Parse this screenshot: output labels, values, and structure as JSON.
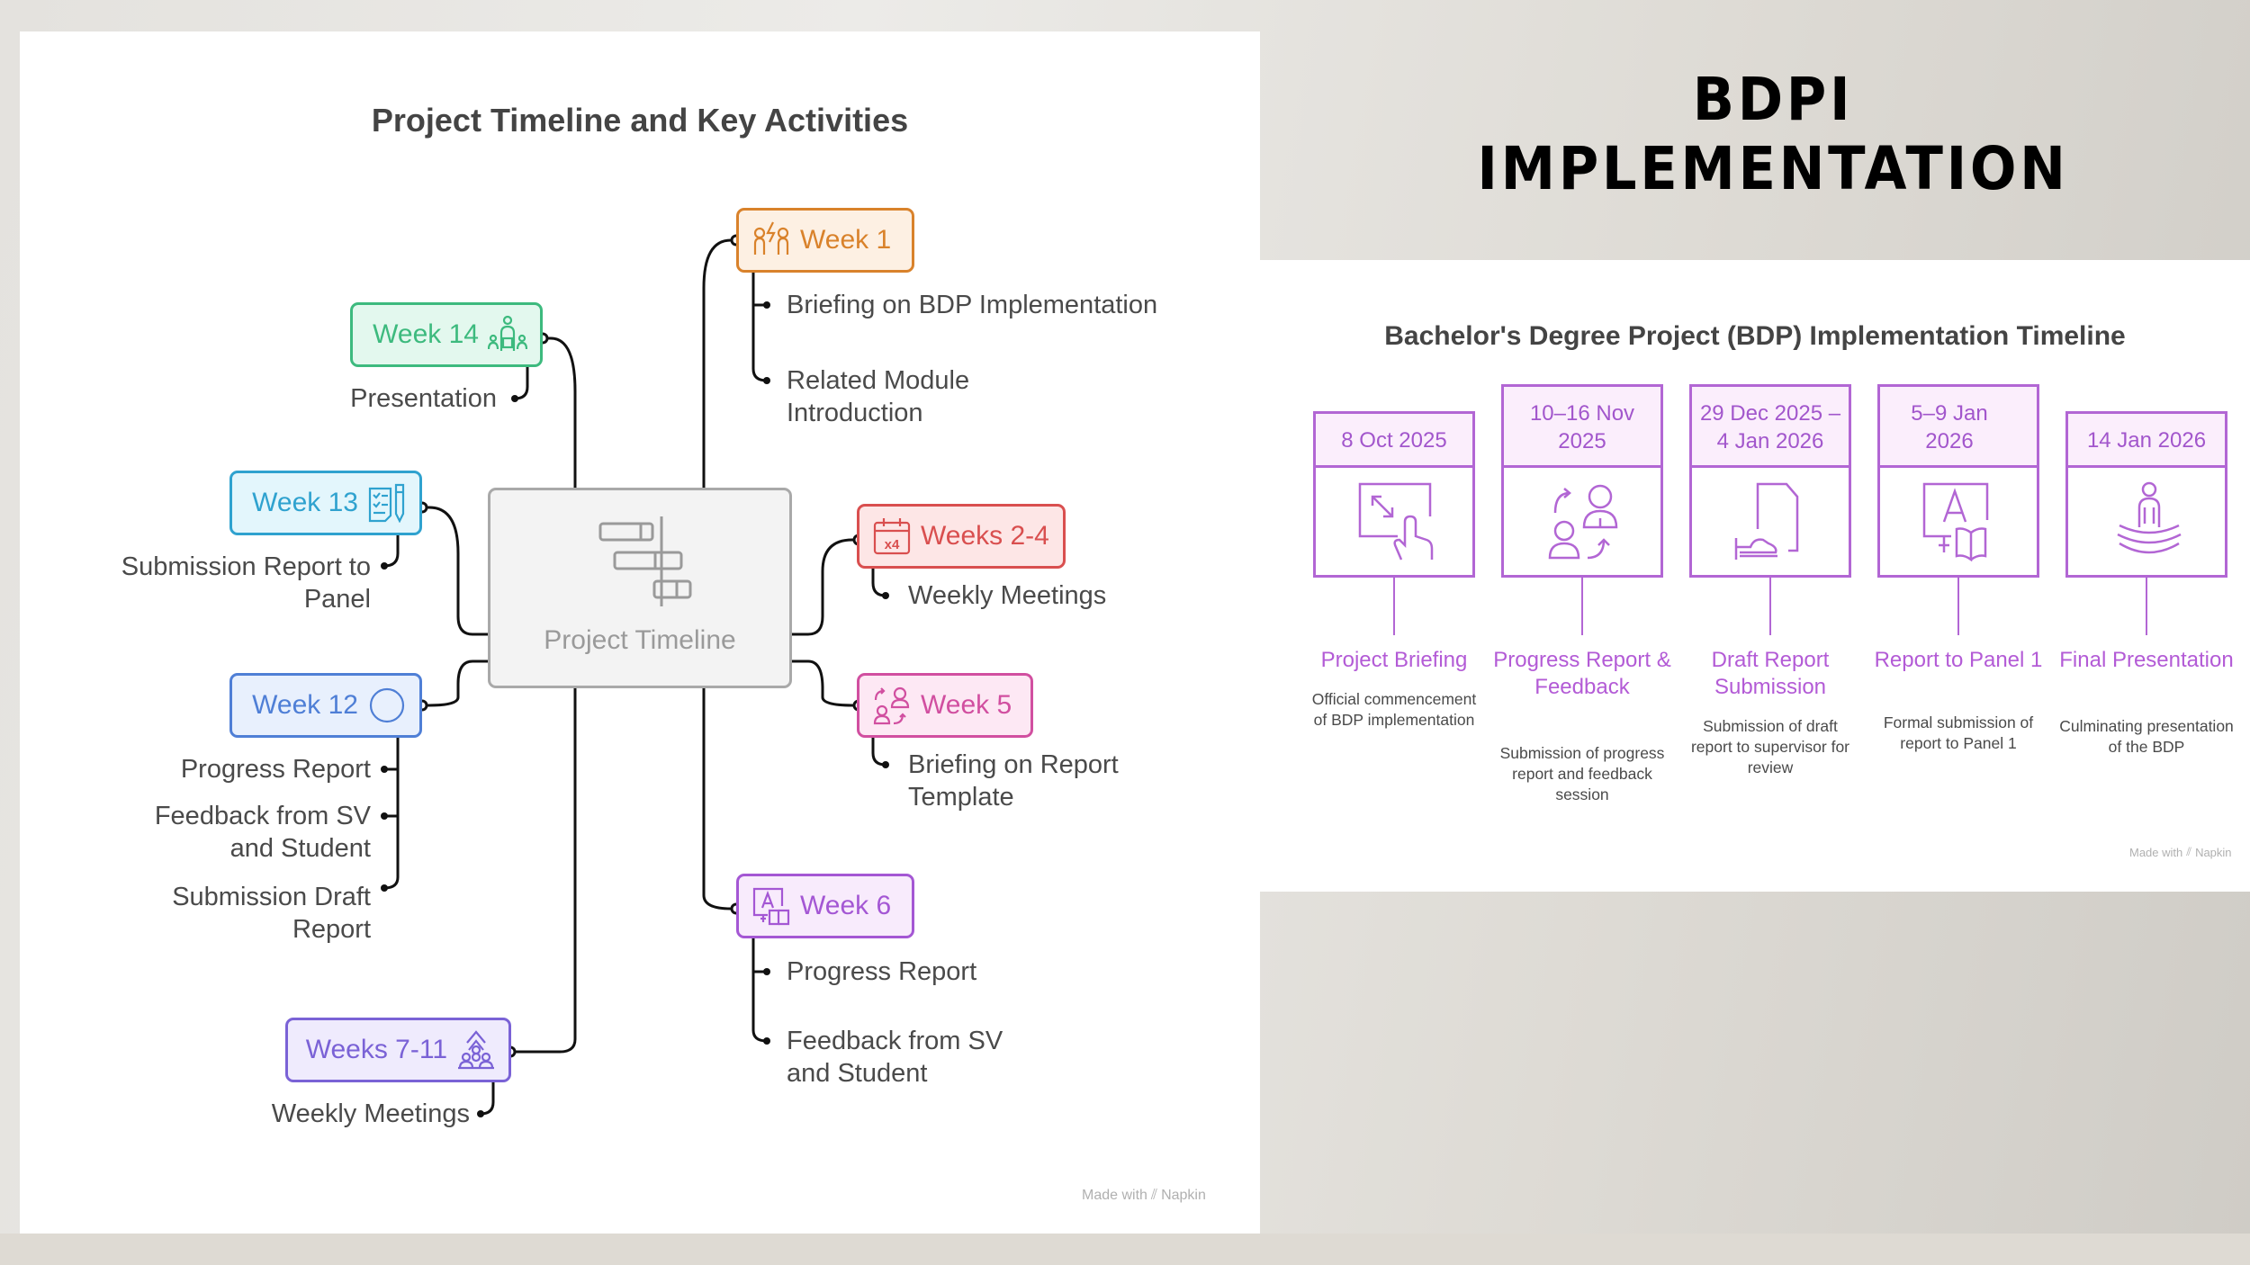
{
  "slide": {
    "title": "BDPI IMPLEMENTATION"
  },
  "mindmap": {
    "title": "Project Timeline and Key Activities",
    "center": {
      "label": "Project Timeline",
      "icon": "gantt-chart-icon"
    },
    "nodes": [
      {
        "id": "week1",
        "label": "Week 1",
        "icon": "people-idea-icon",
        "color": "#d9822b",
        "fill": "#fdf0e3",
        "items": [
          "Briefing on BDP Implementation",
          "Related Module Introduction"
        ]
      },
      {
        "id": "weeks2-4",
        "label": "Weeks 2-4",
        "icon": "calendar-x4-icon",
        "color": "#d94f4f",
        "fill": "#fde6e6",
        "items": [
          "Weekly Meetings"
        ]
      },
      {
        "id": "week5",
        "label": "Week 5",
        "icon": "feedback-exchange-icon",
        "color": "#d14fa0",
        "fill": "#fde8f4",
        "items": [
          "Briefing on Report Template"
        ]
      },
      {
        "id": "week6",
        "label": "Week 6",
        "icon": "learning-screen-icon",
        "color": "#a457d4",
        "fill": "#f8ebfc",
        "items": [
          "Progress Report",
          "Feedback from SV and Student"
        ]
      },
      {
        "id": "weeks7-11",
        "label": "Weeks 7-11",
        "icon": "team-growth-icon",
        "color": "#7a62d6",
        "fill": "#efebfd",
        "items": [
          "Weekly Meetings"
        ]
      },
      {
        "id": "week12",
        "label": "Week 12",
        "icon": "circle-icon",
        "color": "#4f7fd6",
        "fill": "#e8f0fd",
        "items": [
          "Progress Report",
          "Feedback from SV and Student",
          "Submission Draft Report"
        ]
      },
      {
        "id": "week13",
        "label": "Week 13",
        "icon": "checklist-pen-icon",
        "color": "#2fa2cf",
        "fill": "#e3f6fc",
        "items": [
          "Submission Report to Panel"
        ]
      },
      {
        "id": "week14",
        "label": "Week 14",
        "icon": "presenter-audience-icon",
        "color": "#3dba7e",
        "fill": "#e3f8ee",
        "items": [
          "Presentation"
        ]
      }
    ],
    "watermark": "Made with",
    "watermark_brand": "Napkin"
  },
  "timeline": {
    "title": "Bachelor's Degree Project (BDP) Implementation Timeline",
    "accent": "#b266d4",
    "steps": [
      {
        "date": "8 Oct 2025",
        "icon": "touch-screen-expand-icon",
        "label": "Project Briefing",
        "desc": "Official commencement of BDP implementation"
      },
      {
        "date": "10–16 Nov 2025",
        "icon": "feedback-exchange-icon",
        "label": "Progress Report & Feedback",
        "desc": "Submission of progress report and feedback session"
      },
      {
        "date": "29 Dec 2025 – 4 Jan 2026",
        "icon": "document-hand-icon",
        "label": "Draft Report Submission",
        "desc": "Submission of draft report to supervisor for review"
      },
      {
        "date": "5–9 Jan 2026",
        "icon": "learning-screen-icon",
        "label": "Report to Panel 1",
        "desc": "Formal submission of report to Panel 1"
      },
      {
        "date": "14 Jan 2026",
        "icon": "meditating-person-icon",
        "label": "Final Presentation",
        "desc": "Culminating presentation of the BDP"
      }
    ],
    "watermark": "Made with",
    "watermark_brand": "Napkin"
  }
}
